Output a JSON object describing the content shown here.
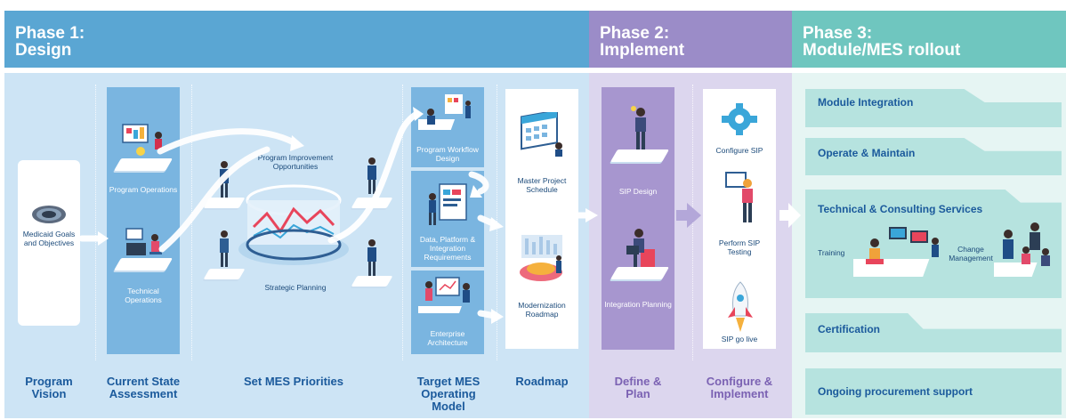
{
  "phases": [
    {
      "line1": "Phase 1:",
      "line2": "Design"
    },
    {
      "line1": "Phase 2:",
      "line2": "Implement"
    },
    {
      "line1": "Phase 3:",
      "line2": "Module/MES rollout"
    }
  ],
  "phase1": {
    "vision_card": "Medicaid Goals and Objectives",
    "program_operations": "Program Operations",
    "technical_operations": "Technical Operations",
    "program_improvement": "Program Improvement Opportunities",
    "strategic_planning": "Strategic Planning",
    "program_workflow": "Program Workflow Design",
    "data_platform": "Data, Platform & Integration Requirements",
    "enterprise_arch": "Enterprise Architecture",
    "master_schedule": "Master Project Schedule",
    "modernization_roadmap": "Modernization Roadmap"
  },
  "phase2": {
    "sip_design": "SIP Design",
    "integration_planning": "Integration Planning",
    "configure_sip": "Configure SIP",
    "perform_testing": "Perform SIP Testing",
    "go_live": "SIP go live"
  },
  "phase3": {
    "module_integration": "Module Integration",
    "operate_maintain": "Operate & Maintain",
    "tech_consulting": "Technical & Consulting Services",
    "training": "Training",
    "change_mgmt": "Change Management",
    "certification": "Certification",
    "procurement": "Ongoing procurement support"
  },
  "columns": {
    "program_vision": "Program Vision",
    "current_state": "Current State Assessment",
    "set_mes": "Set MES Priorities",
    "target_mes": "Target MES Operating Model",
    "roadmap": "Roadmap",
    "define_plan": "Define & Plan",
    "configure_implement": "Configure & Implement"
  },
  "colors": {
    "phase1_header": "#5aa6d3",
    "phase2_header": "#9b8cc8",
    "phase3_header": "#6fc6bf",
    "phase1_bg": "#cde4f5",
    "phase2_bg": "#dcd6ee",
    "phase3_bg": "#c8ebe8"
  }
}
